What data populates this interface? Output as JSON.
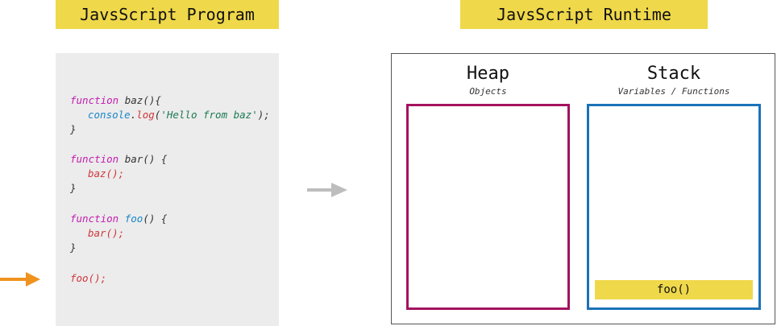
{
  "program_title": "JavsScript Program",
  "runtime_title": "JavsScript Runtime",
  "code": {
    "baz_decl": {
      "keyword": "function",
      "name": "baz",
      "rest": "(){"
    },
    "baz_body": {
      "obj": "console",
      "dot": ".",
      "method": "log",
      "open": "(",
      "string": "'Hello from baz'",
      "close": ");"
    },
    "baz_end": "}",
    "bar_decl": {
      "keyword": "function",
      "name": "bar",
      "rest": "() {"
    },
    "bar_body": "baz();",
    "bar_end": "}",
    "foo_decl": {
      "keyword": "function",
      "name": "foo",
      "rest": "() {"
    },
    "foo_body": "bar();",
    "foo_end": "}",
    "invoke": "foo();"
  },
  "heap": {
    "title": "Heap",
    "subtitle": "Objects"
  },
  "stack": {
    "title": "Stack",
    "subtitle": "Variables / Functions",
    "frames": [
      "foo()"
    ]
  },
  "colors": {
    "banner": "#efd84a",
    "keyword": "#c21db0",
    "object": "#1a86c8",
    "string": "#1a7a52",
    "call": "#d0373c",
    "heap_border": "#a3135f",
    "stack_border": "#1a72b8",
    "exec_arrow": "#f0921e",
    "flow_arrow": "#bdbdbd"
  },
  "icons": {
    "exec_arrow": "arrow-right-icon",
    "flow_arrow": "arrow-right-icon"
  }
}
